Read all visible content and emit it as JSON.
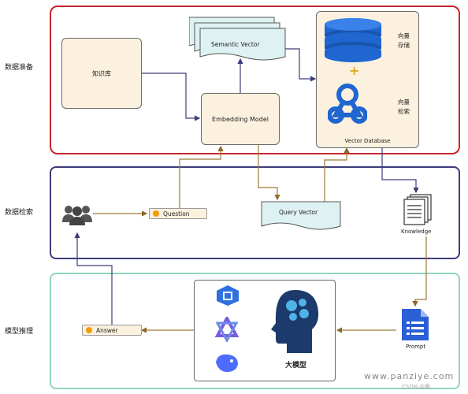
{
  "sections": {
    "data_prep": "数据准备",
    "data_retrieval": "数据检索",
    "model_reasoning": "模型推理"
  },
  "nodes": {
    "knowledge_base": "知识库",
    "semantic_vector": "Semantic Vector",
    "embedding_model": "Embedding Model",
    "vector_database": "Vector Database",
    "vector_storage": "向量\n存储",
    "vector_search": "向量\n检索",
    "question": "Question",
    "query_vector": "Query Vector",
    "knowledge": "Knowledge",
    "answer": "Answer",
    "prompt": "Prompt",
    "large_model": "大模型"
  },
  "watermark": "www.panziye.com",
  "credit": "CSDN @黄..."
}
